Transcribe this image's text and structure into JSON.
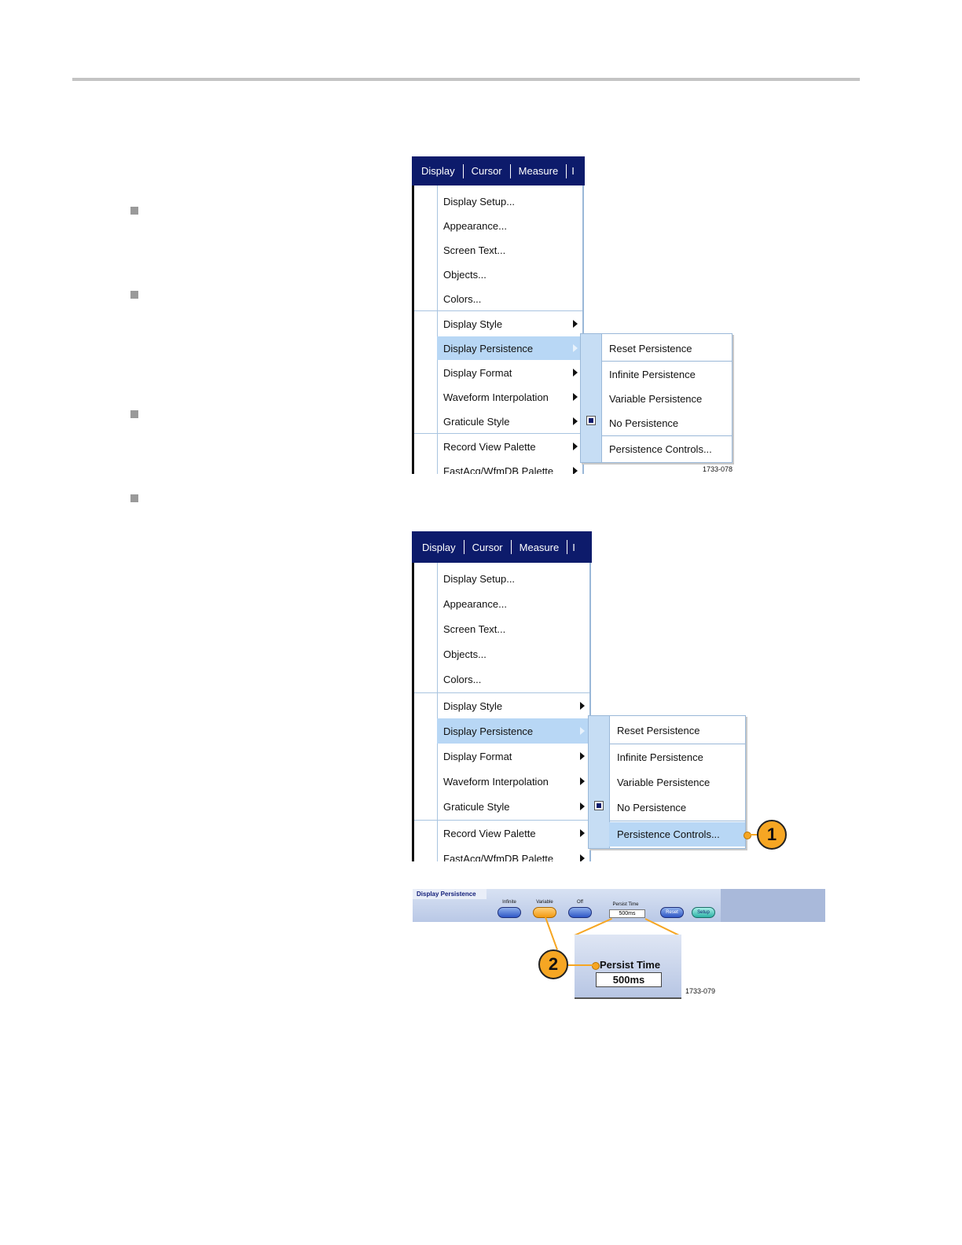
{
  "figure1": {
    "menubar": [
      "Display",
      "Cursor",
      "Measure",
      "I"
    ],
    "menu_items": [
      {
        "label": "Display Setup..."
      },
      {
        "label": "Appearance..."
      },
      {
        "label": "Screen Text..."
      },
      {
        "label": "Objects..."
      },
      {
        "label": "Colors..."
      },
      {
        "label": "Display Style",
        "submenu": true
      },
      {
        "label": "Display Persistence",
        "submenu": true,
        "highlighted": true
      },
      {
        "label": "Display Format",
        "submenu": true
      },
      {
        "label": "Waveform Interpolation",
        "submenu": true
      },
      {
        "label": "Graticule Style",
        "submenu": true
      },
      {
        "label": "Record View Palette",
        "submenu": true
      },
      {
        "label": "FastAcq/WfmDB Palette",
        "submenu": true
      }
    ],
    "submenu_items": [
      {
        "label": "Reset Persistence"
      },
      {
        "label": "Infinite Persistence"
      },
      {
        "label": "Variable Persistence"
      },
      {
        "label": "No Persistence",
        "checked": true
      },
      {
        "label": "Persistence Controls..."
      }
    ],
    "figure_id": "1733-078"
  },
  "figure2": {
    "menubar": [
      "Display",
      "Cursor",
      "Measure",
      "I"
    ],
    "menu_items": [
      {
        "label": "Display Setup..."
      },
      {
        "label": "Appearance..."
      },
      {
        "label": "Screen Text..."
      },
      {
        "label": "Objects..."
      },
      {
        "label": "Colors..."
      },
      {
        "label": "Display Style",
        "submenu": true
      },
      {
        "label": "Display Persistence",
        "submenu": true,
        "highlighted": true
      },
      {
        "label": "Display Format",
        "submenu": true
      },
      {
        "label": "Waveform Interpolation",
        "submenu": true
      },
      {
        "label": "Graticule Style",
        "submenu": true
      },
      {
        "label": "Record View Palette",
        "submenu": true
      },
      {
        "label": "FastAcq/WfmDB Palette",
        "submenu": true
      }
    ],
    "submenu_items": [
      {
        "label": "Reset Persistence"
      },
      {
        "label": "Infinite Persistence"
      },
      {
        "label": "Variable Persistence"
      },
      {
        "label": "No Persistence",
        "checked": true
      },
      {
        "label": "Persistence Controls...",
        "highlighted": true
      }
    ],
    "callout": "1"
  },
  "control_bar": {
    "tab": "Display Persistence",
    "infinite_label": "Infinite",
    "variable_label": "Variable",
    "off_label": "Off",
    "persist_time_label": "Persist Time",
    "persist_time_value": "500ms",
    "reset_button": "Reset",
    "setup_button": "Setup"
  },
  "zoom": {
    "title": "Persist Time",
    "value": "500ms",
    "callout": "2",
    "figure_id": "1733-079"
  },
  "colors": {
    "menubar": "#0d1b6b",
    "highlight": "#b8d7f5",
    "callout": "#f6a623"
  }
}
